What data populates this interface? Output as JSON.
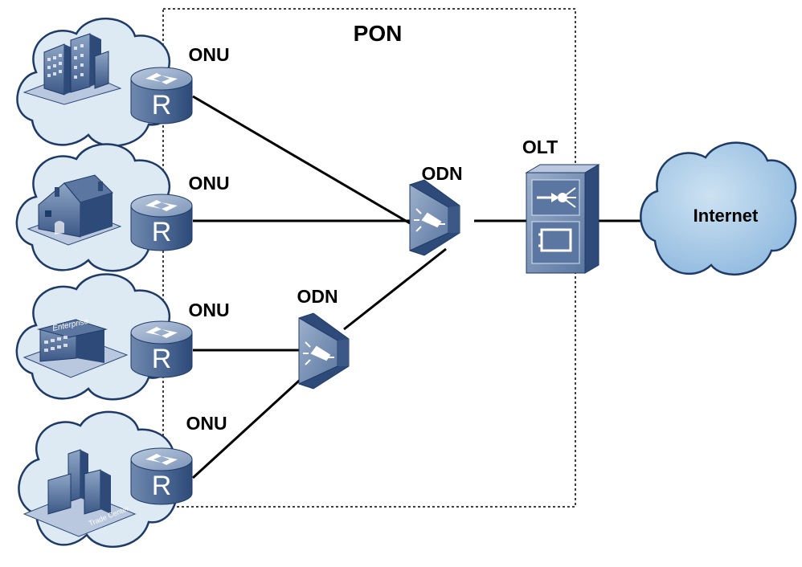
{
  "pon_label": "PON",
  "olt_label": "OLT",
  "internet_label": "Internet",
  "odn_labels": [
    "ODN",
    "ODN"
  ],
  "onu_labels": [
    "ONU",
    "ONU",
    "ONU",
    "ONU"
  ],
  "router_letter": "R",
  "building_signs": {
    "enterprise": "Enterprise",
    "trade_center": "Trade Center"
  },
  "colors": {
    "cloud_fill": "#ddeaf3",
    "cloud_stroke": "#1e3a66",
    "internet_fill": "#a9cbe7",
    "device_light": "#7d95b8",
    "device_dark": "#2d4a78",
    "link": "#000000"
  },
  "icons": [
    "cloud-icon",
    "router-icon",
    "odn-splitter-icon",
    "olt-icon",
    "building-icon",
    "house-icon"
  ]
}
